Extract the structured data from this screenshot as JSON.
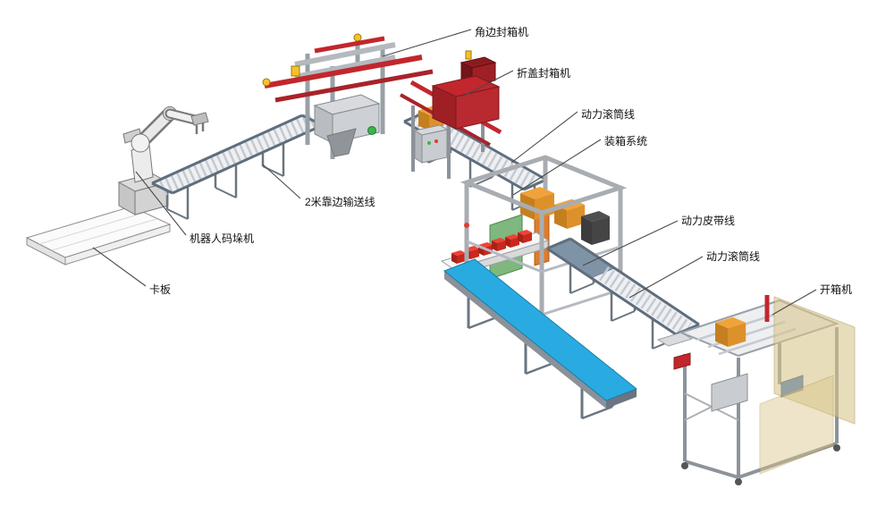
{
  "diagram": {
    "type": "isometric-equipment-layout",
    "background": "#ffffff",
    "labels": [
      {
        "id": "corner-edge-sealer",
        "text": "角边封箱机"
      },
      {
        "id": "flap-fold-sealer",
        "text": "折盖封箱机"
      },
      {
        "id": "power-roller-line-1",
        "text": "动力滚筒线"
      },
      {
        "id": "case-packing-system",
        "text": "装箱系统"
      },
      {
        "id": "power-belt-line",
        "text": "动力皮带线"
      },
      {
        "id": "power-roller-line-2",
        "text": "动力滚筒线"
      },
      {
        "id": "case-erector",
        "text": "开箱机"
      },
      {
        "id": "edge-conveyor-2m",
        "text": "2米靠边输送线"
      },
      {
        "id": "robot-palletizer",
        "text": "机器人码垛机"
      },
      {
        "id": "pallet",
        "text": "卡板"
      }
    ],
    "colors": {
      "machine_red": "#c1272d",
      "belt_blue": "#29abe2",
      "carton_orange": "#f0a33a",
      "guard_amber": "#d9c58a",
      "product_red": "#ef4136",
      "frame_gray": "#9aa0a6",
      "leader": "#4a4a4a",
      "label_text": "#111111"
    }
  }
}
